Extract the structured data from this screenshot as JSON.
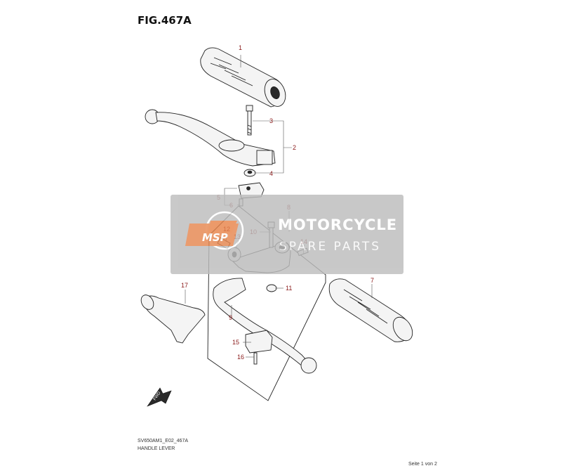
{
  "figure": {
    "title": "FIG.467A",
    "code": "SV650AM1_E02_467A",
    "caption": "HANDLE LEVER",
    "page_info": "Seite 1 von 2"
  },
  "watermark": {
    "logo_text": "MSP",
    "main_text": "MOTORCYCLE",
    "sub_text": "SPARE PARTS"
  },
  "direction_arrow": {
    "label": "FWD"
  },
  "callouts": [
    "1",
    "2",
    "3",
    "4",
    "5",
    "6",
    "7",
    "8",
    "9",
    "10",
    "11",
    "12",
    "13",
    "14",
    "15",
    "16",
    "17"
  ],
  "colors": {
    "callout": "#8a1a1a",
    "watermark_bg": "#bdbdbd",
    "watermark_logo": "#e8844a"
  }
}
